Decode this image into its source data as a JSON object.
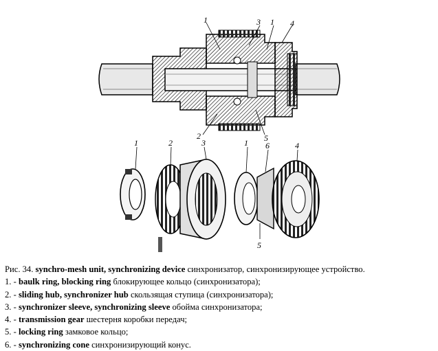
{
  "figure": {
    "callouts_top": [
      "1",
      "3",
      "1",
      "4",
      "2",
      "5"
    ],
    "callouts_bottom": [
      "1",
      "2",
      "3",
      "1",
      "6",
      "4",
      "5"
    ]
  },
  "caption": {
    "title_prefix": "Рис. 34.",
    "title_bold": "synchro-mesh unit, synchronizing device",
    "title_rest": "синхронизатор, синхронизирующее устройство.",
    "items": [
      {
        "num": "1. -",
        "bold": "baulk ring, blocking ring",
        "rest": "блокирующее кольцо (синхронизатора);"
      },
      {
        "num": "2. -",
        "bold": "sliding hub, synchronizer hub",
        "rest": "скользящая ступица (синхронизатора);"
      },
      {
        "num": "3. -",
        "bold": "synchronizer sleeve, synchronizing sleeve",
        "rest": "обойма синхронизатора;"
      },
      {
        "num": "4. -",
        "bold": "transmission gear",
        "rest": "шестерня коробки передач;"
      },
      {
        "num": "5. -",
        "bold": "locking ring",
        "rest": "замковое кольцо;"
      },
      {
        "num": "6. -",
        "bold": "synchronizing cone",
        "rest": "синхронизирующий конус."
      }
    ]
  }
}
